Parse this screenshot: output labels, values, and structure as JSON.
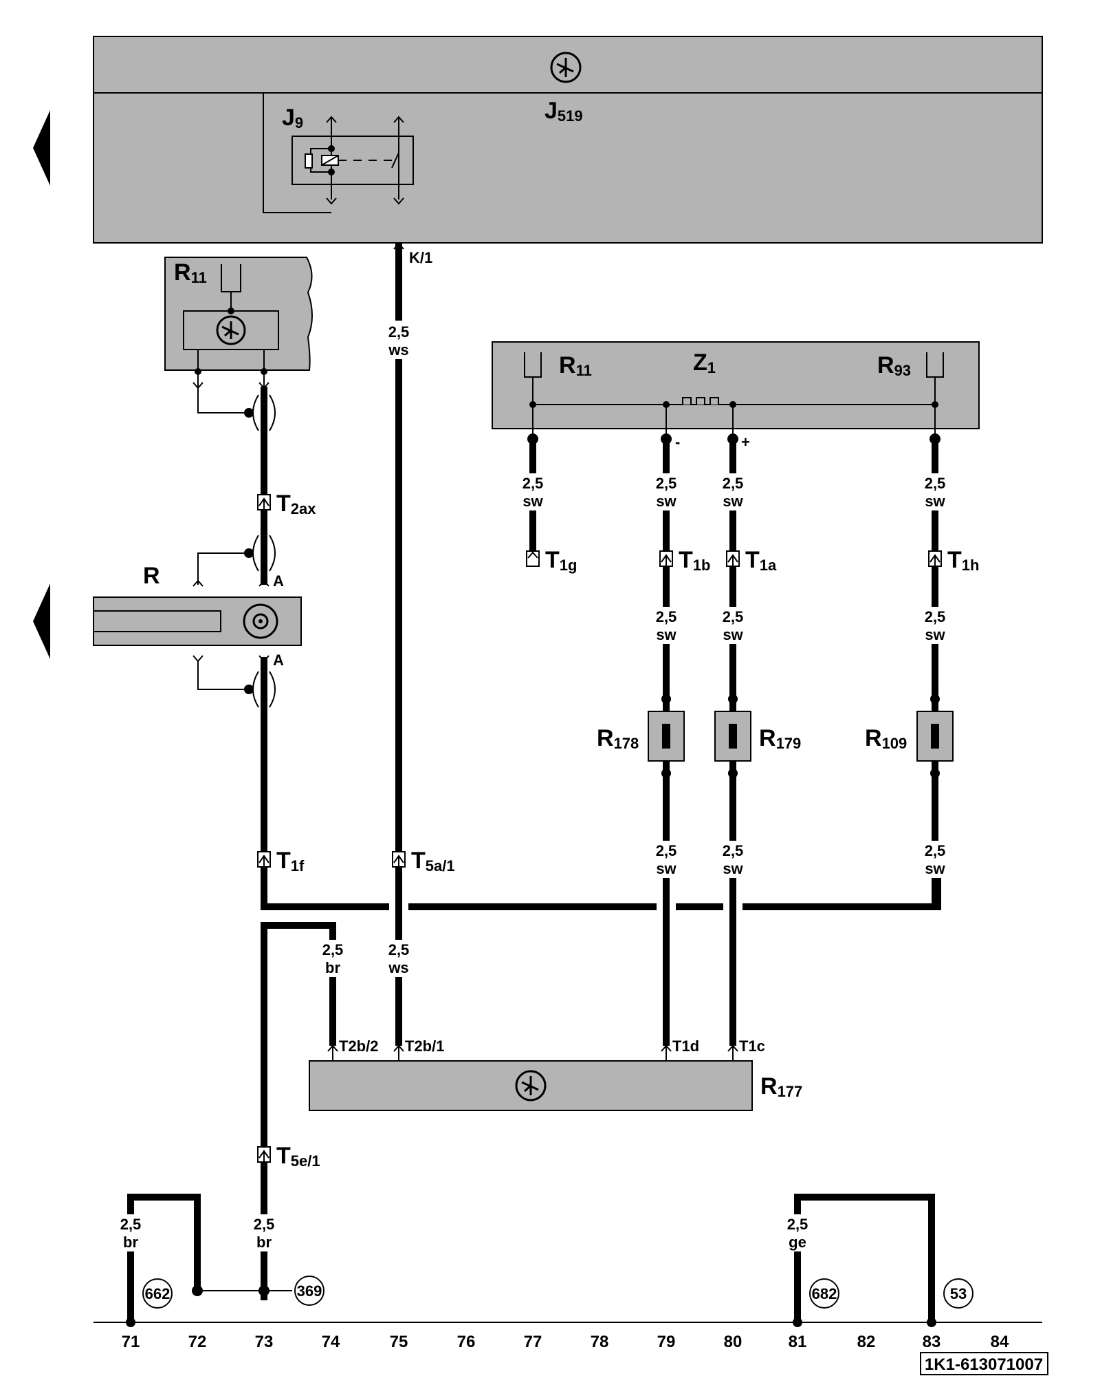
{
  "components": {
    "j519": {
      "name": "J",
      "sub": "519"
    },
    "j9": {
      "name": "J",
      "sub": "9"
    },
    "r11_top": {
      "name": "R",
      "sub": "11"
    },
    "r_radio": {
      "name": "R"
    },
    "r11_panel": {
      "name": "R",
      "sub": "11"
    },
    "z1": {
      "name": "Z",
      "sub": "1"
    },
    "r93": {
      "name": "R",
      "sub": "93"
    },
    "r178": {
      "name": "R",
      "sub": "178"
    },
    "r179": {
      "name": "R",
      "sub": "179"
    },
    "r109": {
      "name": "R",
      "sub": "109"
    },
    "r177": {
      "name": "R",
      "sub": "177"
    }
  },
  "connectors": {
    "t2ax": {
      "name": "T",
      "sub": "2ax"
    },
    "t1g": {
      "name": "T",
      "sub": "1g"
    },
    "t1b": {
      "name": "T",
      "sub": "1b"
    },
    "t1a": {
      "name": "T",
      "sub": "1a"
    },
    "t1h": {
      "name": "T",
      "sub": "1h"
    },
    "t1f": {
      "name": "T",
      "sub": "1f"
    },
    "t5a1": {
      "name": "T",
      "sub": "5a/1"
    },
    "t5e1": {
      "name": "T",
      "sub": "5e/1"
    }
  },
  "pins": {
    "k1": "K/1",
    "t2b2": "T2b/2",
    "t2b1": "T2b/1",
    "t1d": "T1d",
    "t1c": "T1c",
    "a_top": "A",
    "a_bottom": "A",
    "minus": "-",
    "plus": "+"
  },
  "wires": {
    "k1_ws": {
      "size": "2,5",
      "color": "ws"
    },
    "z1_sw_1": {
      "size": "2,5",
      "color": "sw"
    },
    "z1_sw_2": {
      "size": "2,5",
      "color": "sw"
    },
    "z1_sw_3": {
      "size": "2,5",
      "color": "sw"
    },
    "z1_sw_4": {
      "size": "2,5",
      "color": "sw"
    },
    "mid_sw_1": {
      "size": "2,5",
      "color": "sw"
    },
    "mid_sw_2": {
      "size": "2,5",
      "color": "sw"
    },
    "mid_sw_3": {
      "size": "2,5",
      "color": "sw"
    },
    "low_sw_1": {
      "size": "2,5",
      "color": "sw"
    },
    "low_sw_2": {
      "size": "2,5",
      "color": "sw"
    },
    "low_sw_3": {
      "size": "2,5",
      "color": "sw"
    },
    "r177_br": {
      "size": "2,5",
      "color": "br"
    },
    "r177_ws": {
      "size": "2,5",
      "color": "ws"
    },
    "ground_br_1": {
      "size": "2,5",
      "color": "br"
    },
    "ground_br_2": {
      "size": "2,5",
      "color": "br"
    },
    "ground_ge": {
      "size": "2,5",
      "color": "ge"
    }
  },
  "ground_points": [
    "662",
    "369",
    "682",
    "53"
  ],
  "columns": [
    "71",
    "72",
    "73",
    "74",
    "75",
    "76",
    "77",
    "78",
    "79",
    "80",
    "81",
    "82",
    "83",
    "84"
  ],
  "diagram_id": "1K1-613071007"
}
